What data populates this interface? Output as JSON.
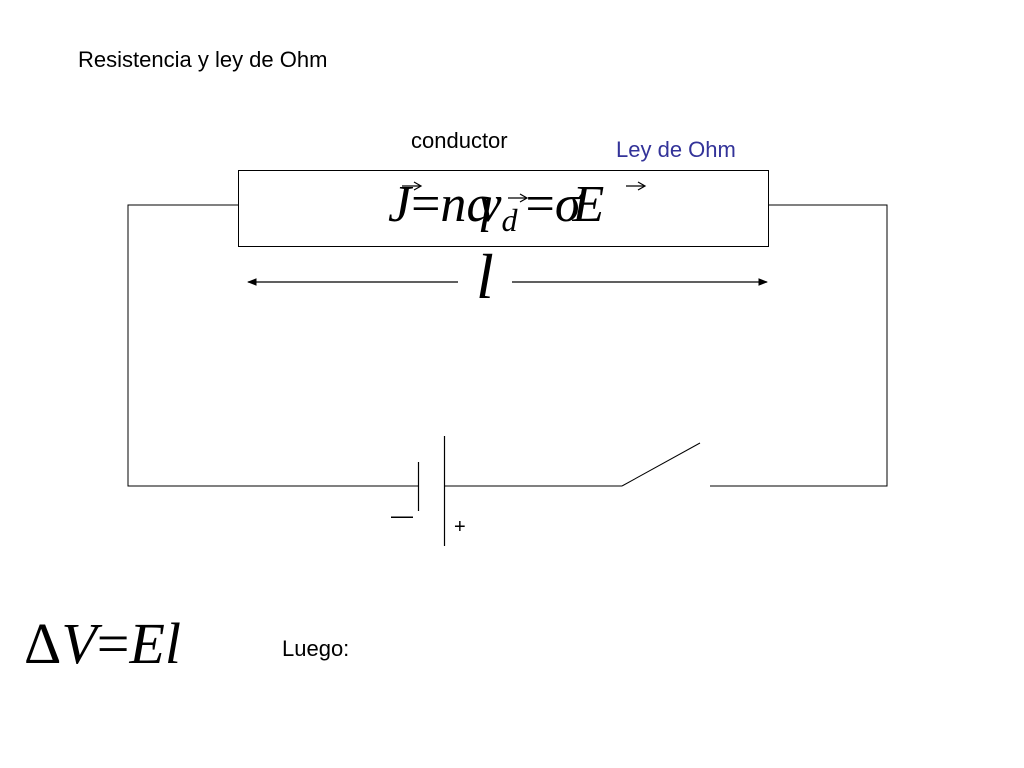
{
  "title": "Resistencia y ley de Ohm",
  "labels": {
    "conductor": "conductor",
    "ley_de_ohm": "Ley de Ohm",
    "minus": "—",
    "plus": "+",
    "luego": "Luego:"
  },
  "formulas": {
    "current_density": {
      "J": "J",
      "eq1": "=",
      "n": "n",
      "q": "q",
      "v": "v",
      "sub_d": "d",
      "eq2": "=",
      "sigma": "σ",
      "E": "E"
    },
    "length": "l",
    "voltage": {
      "delta": "Δ",
      "V": "V",
      "eq": "=",
      "E": "E",
      "l": "l"
    }
  },
  "colors": {
    "ley_de_ohm": "#333399",
    "lines": "#000000"
  }
}
